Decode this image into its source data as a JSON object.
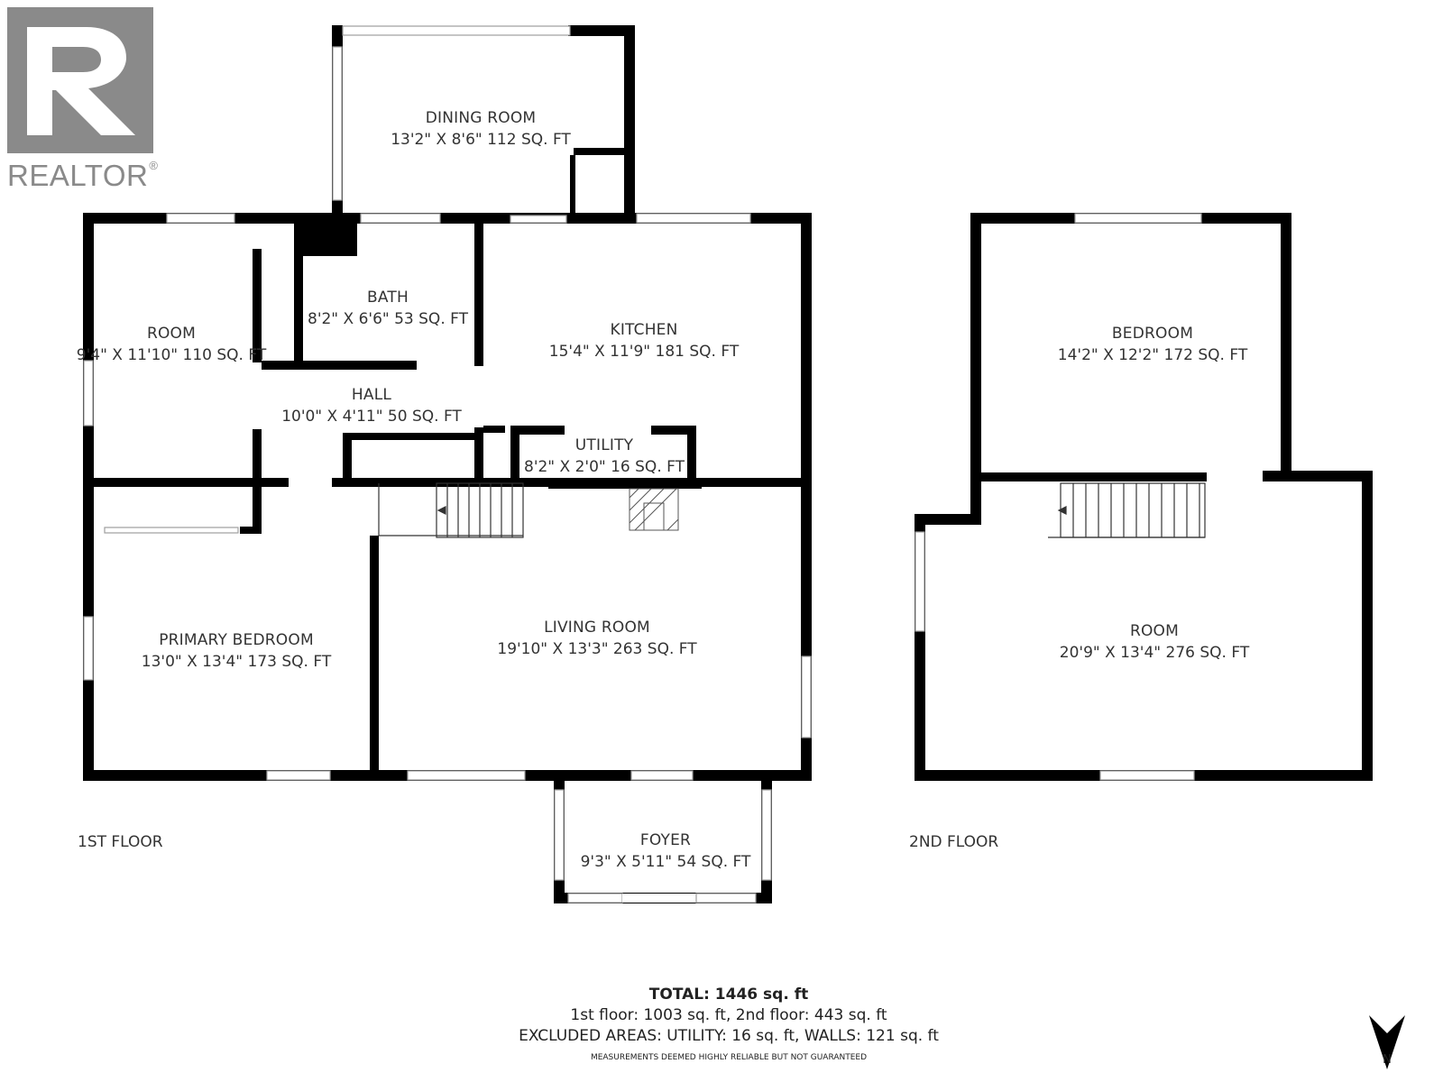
{
  "brand": {
    "name": "REALTOR",
    "mark": "®"
  },
  "floors": {
    "first": "1ST FLOOR",
    "second": "2ND FLOOR"
  },
  "rooms": {
    "dining": {
      "name": "DINING ROOM",
      "dims": "13'2\" X 8'6\" 112 SQ. FT"
    },
    "bath": {
      "name": "BATH",
      "dims": "8'2\" X 6'6\" 53 SQ. FT"
    },
    "room1": {
      "name": "ROOM",
      "dims": "9'4\" X 11'10\" 110 SQ. FT"
    },
    "kitchen": {
      "name": "KITCHEN",
      "dims": "15'4\" X 11'9\" 181 SQ. FT"
    },
    "hall": {
      "name": "HALL",
      "dims": "10'0\" X 4'11\" 50 SQ. FT"
    },
    "utility": {
      "name": "UTILITY",
      "dims": "8'2\" X 2'0\" 16 SQ. FT"
    },
    "primary": {
      "name": "PRIMARY BEDROOM",
      "dims": "13'0\" X 13'4\" 173 SQ. FT"
    },
    "living": {
      "name": "LIVING ROOM",
      "dims": "19'10\" X 13'3\" 263 SQ. FT"
    },
    "foyer": {
      "name": "FOYER",
      "dims": "9'3\" X 5'11\" 54 SQ. FT"
    },
    "bedroom2": {
      "name": "BEDROOM",
      "dims": "14'2\" X 12'2\" 172 SQ. FT"
    },
    "room2": {
      "name": "ROOM",
      "dims": "20'9\" X 13'4\" 276 SQ. FT"
    }
  },
  "totals": {
    "total": "TOTAL: 1446 sq. ft",
    "floors": "1st floor: 1003 sq. ft, 2nd floor: 443 sq. ft",
    "excluded": "EXCLUDED AREAS: UTILITY: 16 sq. ft, WALLS: 121 sq. ft",
    "disclaimer": "MEASUREMENTS DEEMED HIGHLY RELIABLE BUT NOT GUARANTEED"
  },
  "compass": {
    "label": "N"
  },
  "colors": {
    "wall": "#000000",
    "logo": "#8a8a8a",
    "window": "#bdbdbd"
  }
}
